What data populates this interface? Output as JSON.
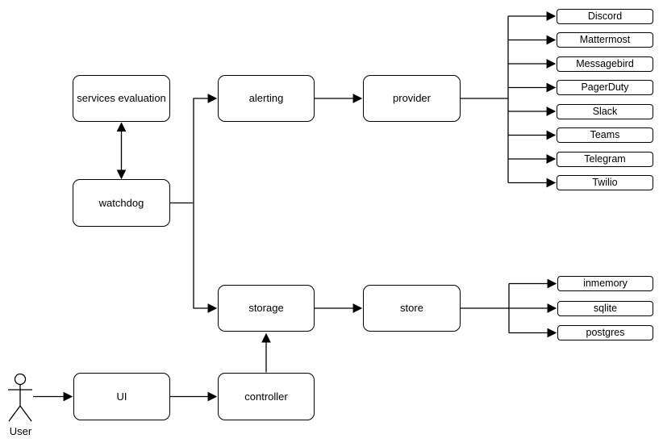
{
  "diagram": {
    "background": "#ffffff",
    "stroke_color": "#000000",
    "node_fill": "#ffffff",
    "nodes": {
      "services_evaluation": {
        "label": "services evaluation"
      },
      "watchdog": {
        "label": "watchdog"
      },
      "alerting": {
        "label": "alerting"
      },
      "provider": {
        "label": "provider"
      },
      "storage": {
        "label": "storage"
      },
      "store": {
        "label": "store"
      },
      "ui": {
        "label": "UI"
      },
      "controller": {
        "label": "controller"
      }
    },
    "providers": [
      "Discord",
      "Mattermost",
      "Messagebird",
      "PagerDuty",
      "Slack",
      "Teams",
      "Telegram",
      "Twilio"
    ],
    "stores": [
      "inmemory",
      "sqlite",
      "postgres"
    ],
    "actor": {
      "label": "User"
    },
    "edges": [
      {
        "from": "services evaluation",
        "to": "watchdog",
        "style": "bidirectional"
      },
      {
        "from": "watchdog",
        "to": "alerting"
      },
      {
        "from": "watchdog",
        "to": "storage"
      },
      {
        "from": "alerting",
        "to": "provider"
      },
      {
        "from": "provider",
        "to": "Discord"
      },
      {
        "from": "provider",
        "to": "Mattermost"
      },
      {
        "from": "provider",
        "to": "Messagebird"
      },
      {
        "from": "provider",
        "to": "PagerDuty"
      },
      {
        "from": "provider",
        "to": "Slack"
      },
      {
        "from": "provider",
        "to": "Teams"
      },
      {
        "from": "provider",
        "to": "Telegram"
      },
      {
        "from": "provider",
        "to": "Twilio"
      },
      {
        "from": "storage",
        "to": "store"
      },
      {
        "from": "store",
        "to": "inmemory"
      },
      {
        "from": "store",
        "to": "sqlite"
      },
      {
        "from": "store",
        "to": "postgres"
      },
      {
        "from": "User",
        "to": "UI"
      },
      {
        "from": "UI",
        "to": "controller"
      },
      {
        "from": "controller",
        "to": "storage"
      }
    ]
  }
}
